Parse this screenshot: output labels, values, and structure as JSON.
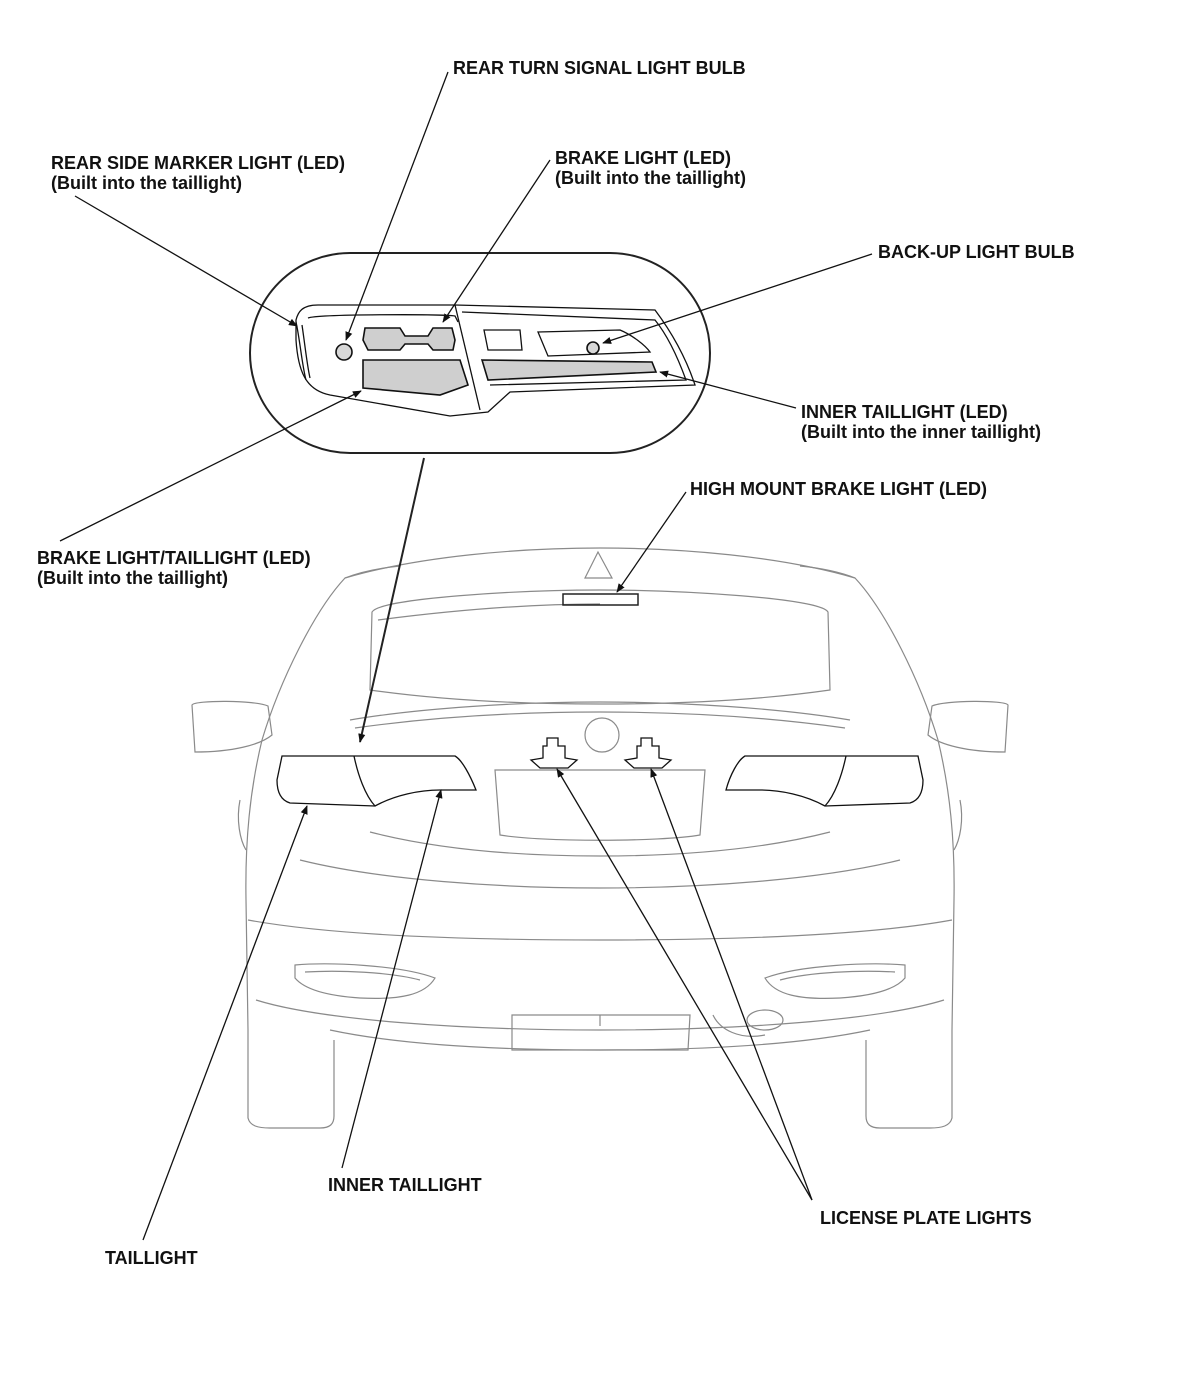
{
  "labels": {
    "rear_turn_signal": "REAR TURN SIGNAL LIGHT BULB",
    "rear_side_marker": "REAR SIDE MARKER LIGHT (LED)",
    "rear_side_marker_note": "(Built into the taillight)",
    "brake_light": "BRAKE LIGHT (LED)",
    "brake_light_note": "(Built into the taillight)",
    "backup_light": "BACK-UP LIGHT BULB",
    "inner_taillight_led": "INNER TAILLIGHT (LED)",
    "inner_taillight_led_note": "(Built into the inner taillight)",
    "high_mount": "HIGH MOUNT BRAKE LIGHT (LED)",
    "brake_taillight": "BRAKE LIGHT/TAILLIGHT (LED)",
    "brake_taillight_note": "(Built into the taillight)",
    "inner_taillight": "INNER TAILLIGHT",
    "taillight": "TAILLIGHT",
    "license_plate": "LICENSE PLATE LIGHTS"
  },
  "colors": {
    "line": "#111111",
    "car_outline": "#8a8a8a",
    "lamp_fill": "#cfcfcf"
  }
}
